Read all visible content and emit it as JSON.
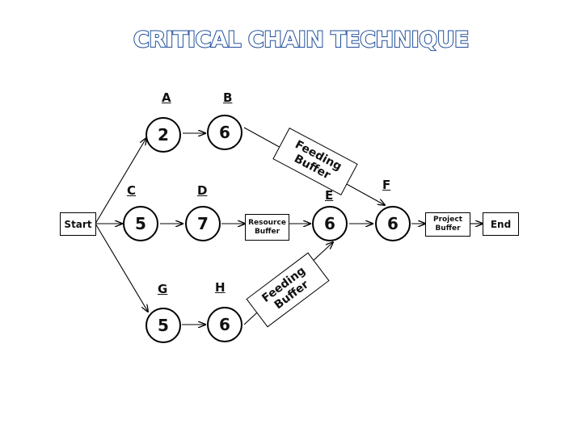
{
  "title": "CRITICAL CHAIN TECHNIQUE",
  "nodes": {
    "A": {
      "label": "A",
      "value": "2"
    },
    "B": {
      "label": "B",
      "value": "6"
    },
    "C": {
      "label": "C",
      "value": "5"
    },
    "D": {
      "label": "D",
      "value": "7"
    },
    "E": {
      "label": "E",
      "value": "6"
    },
    "F": {
      "label": "F",
      "value": "6"
    },
    "G": {
      "label": "G",
      "value": "5"
    },
    "H": {
      "label": "H",
      "value": "6"
    }
  },
  "boxes": {
    "start": "Start",
    "end": "End",
    "resource_buffer": [
      "Resource",
      "Buffer"
    ],
    "project_buffer": [
      "Project",
      "Buffer"
    ]
  },
  "feeding_buffers": {
    "top": [
      "Feeding",
      "Buffer"
    ],
    "bottom": [
      "Feeding",
      "Buffer"
    ]
  }
}
